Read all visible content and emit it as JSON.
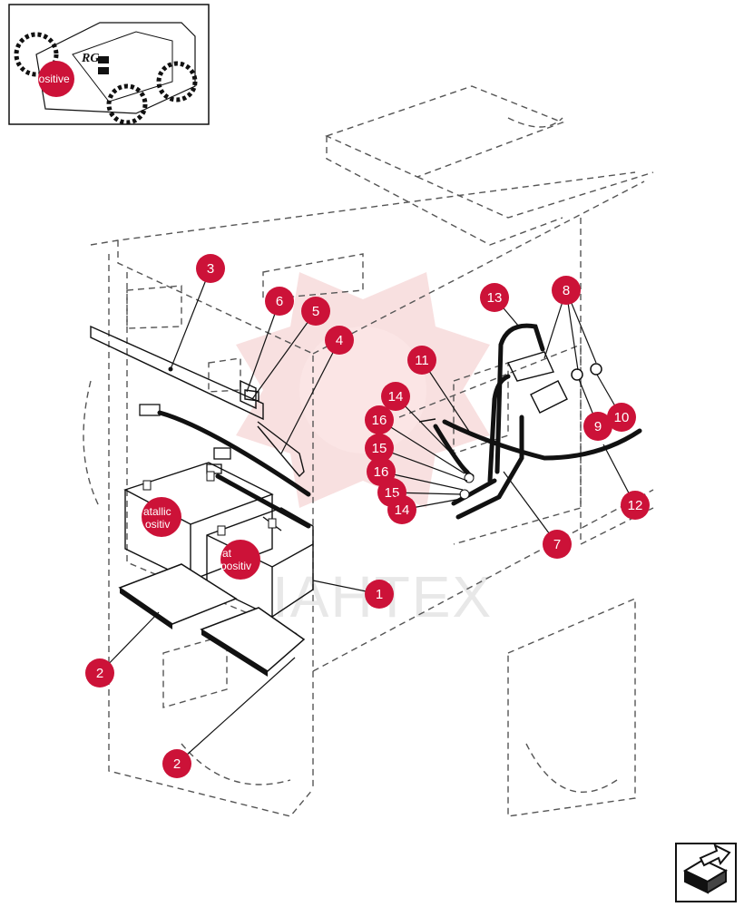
{
  "callouts": {
    "c1": "1",
    "c2a": "2",
    "c2b": "2",
    "c3": "3",
    "c4": "4",
    "c5": "5",
    "c6": "6",
    "c7": "7",
    "c8": "8",
    "c9": "9",
    "c10": "10",
    "c11": "11",
    "c12": "12",
    "c13": "13",
    "c14a": "14",
    "c14b": "14",
    "c15a": "15",
    "c15b": "15",
    "c16a": "16",
    "c16b": "16"
  },
  "badges": {
    "thumb_badge": "positive",
    "battery1_line1": "atallic",
    "battery1_line2": "ositiv",
    "battery2_line1": "at",
    "battery2_line2": "positiv"
  },
  "thumbnail": {
    "model_label": "RG"
  },
  "watermark": {
    "text": "IAHTEX"
  },
  "colors": {
    "callout": "#cc1238",
    "watermark": "#f2c8c8"
  },
  "icons": {
    "next_page": "next-page-icon"
  }
}
